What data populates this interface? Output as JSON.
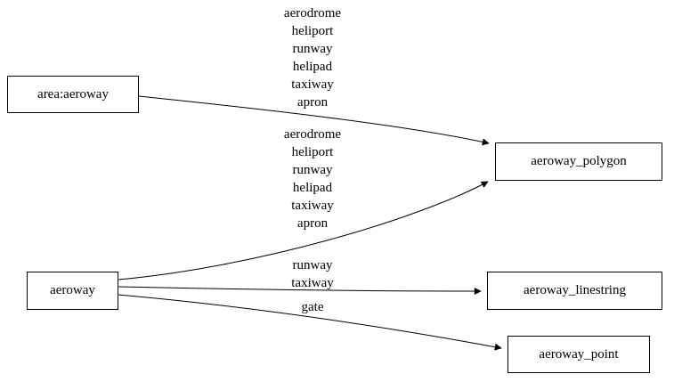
{
  "diagram": {
    "nodes": {
      "area_aeroway": {
        "label": "area:aeroway"
      },
      "aeroway": {
        "label": "aeroway"
      },
      "aeroway_polygon": {
        "label": "aeroway_polygon"
      },
      "aeroway_linestring": {
        "label": "aeroway_linestring"
      },
      "aeroway_point": {
        "label": "aeroway_point"
      }
    },
    "edges": [
      {
        "from": "area:aeroway",
        "to": "aeroway_polygon",
        "label": "aerodrome\nheliport\nrunway\nhelipad\ntaxiway\napron"
      },
      {
        "from": "aeroway",
        "to": "aeroway_polygon",
        "label": "aerodrome\nheliport\nrunway\nhelipad\ntaxiway\napron"
      },
      {
        "from": "aeroway",
        "to": "aeroway_linestring",
        "label": "runway\ntaxiway"
      },
      {
        "from": "aeroway",
        "to": "aeroway_point",
        "label": "gate"
      }
    ],
    "colors": {
      "edge": "#000000",
      "node_border": "#000000",
      "background": "#ffffff"
    }
  }
}
